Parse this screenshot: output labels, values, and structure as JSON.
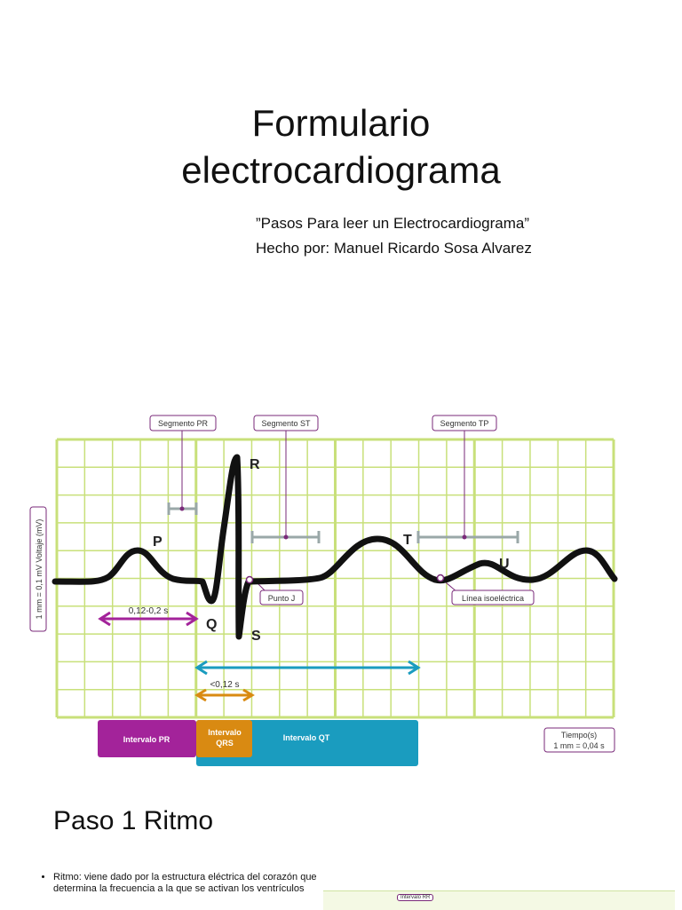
{
  "title_line1": "Formulario",
  "title_line2": "electrocardiograma",
  "subtitle_line1": "”Pasos Para leer un Electrocardiograma”",
  "subtitle_line2": "Hecho por: Manuel Ricardo Sosa Alvarez",
  "ecg": {
    "labels": {
      "segmento_pr": "Segmento PR",
      "segmento_st": "Segmento ST",
      "segmento_tp": "Segmento TP",
      "p": "P",
      "q": "Q",
      "r": "R",
      "s": "S",
      "t": "T",
      "u": "U",
      "punto_j": "Punto J",
      "linea_isoelectrica": "Línea isoeléctrica",
      "pr_range": "0,12-0,2 s",
      "qrs_range": "<0,12 s",
      "voltage_axis": "1 mm = 0,1 mV Voltaje (mV)",
      "tiempo_line1": "Tiempo(s)",
      "tiempo_line2": "1 mm = 0,04 s",
      "intervalo_pr": "Intervalo PR",
      "intervalo_qrs_line1": "Intervalo",
      "intervalo_qrs_line2": "QRS",
      "intervalo_qt": "Intervalo QT"
    },
    "colors": {
      "grid": "#c8e07a",
      "trace": "#111111",
      "purple": "#a3239a",
      "orange": "#d98a12",
      "blue": "#1a9cbf",
      "gray": "#9aa8a8",
      "dark_purple": "#7a2a7a"
    }
  },
  "paso_heading": "Paso 1 Ritmo",
  "bullet_text": "Ritmo:  viene dado por la estructura eléctrica del corazón que determina la frecuencia a la que se activan los ventrículos",
  "thumbnail_label": "Intervalo RR"
}
